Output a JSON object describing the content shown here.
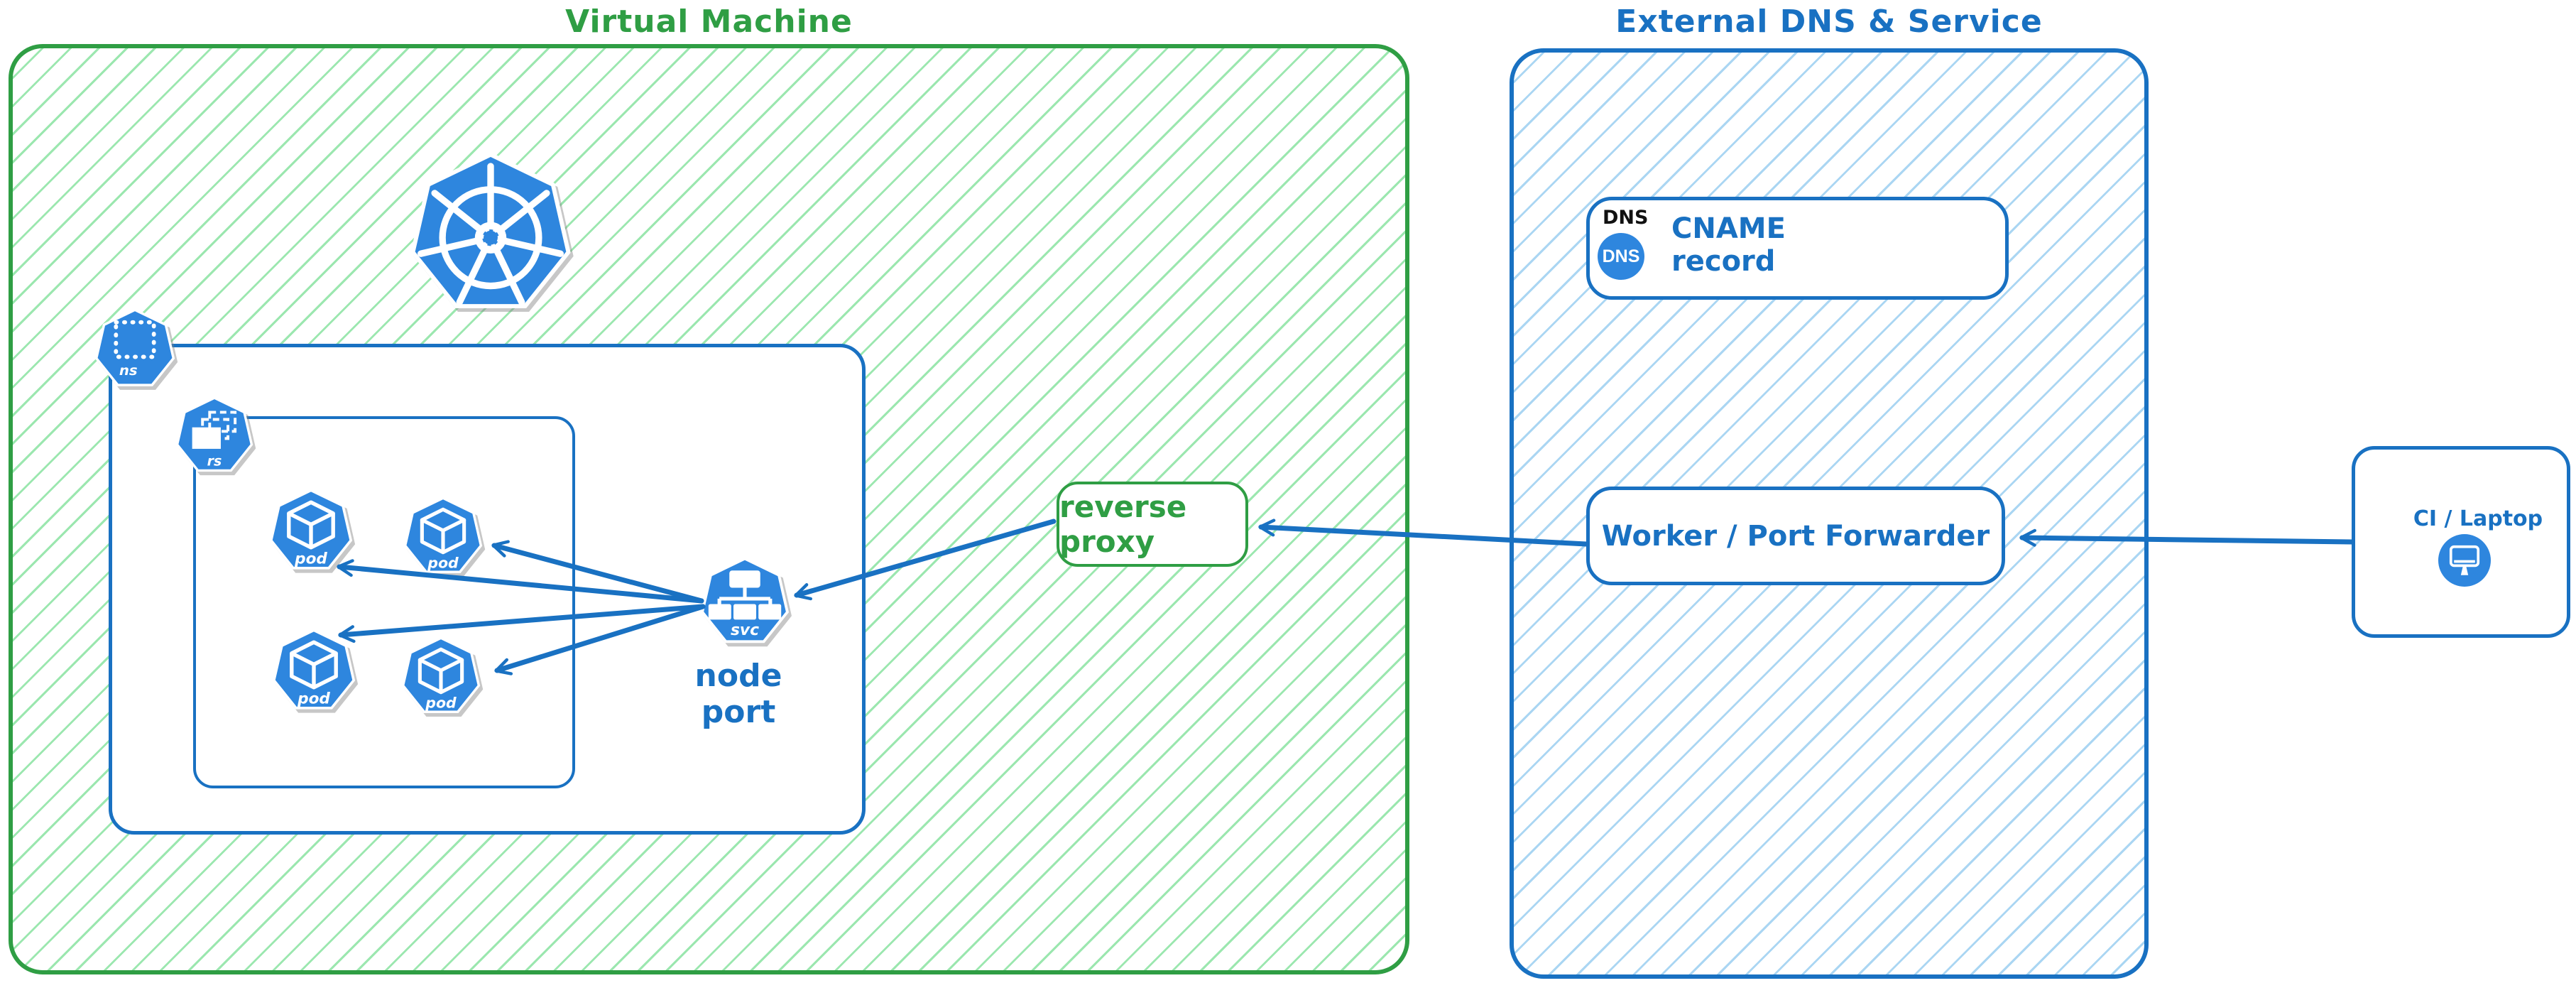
{
  "vm": {
    "title": "Virtual Machine"
  },
  "external": {
    "title": "External DNS & Service"
  },
  "kubernetes": {
    "namespace_abbr": "ns",
    "replicaset_abbr": "rs",
    "pod_abbr": "pod",
    "service_abbr": "svc",
    "service_caption": "node port"
  },
  "reverse_proxy": {
    "label": "reverse proxy"
  },
  "dns_record": {
    "group_tag": "DNS",
    "badge": "DNS",
    "label": "CNAME record"
  },
  "worker": {
    "label": "Worker / Port Forwarder"
  },
  "ci": {
    "label": "CI / Laptop"
  },
  "colors": {
    "green": "#2f9e44",
    "green_hatch": "#96e6ab",
    "blue": "#1971c2",
    "blue_hatch": "#a6d4f2",
    "icon_blue": "#2e86de"
  }
}
